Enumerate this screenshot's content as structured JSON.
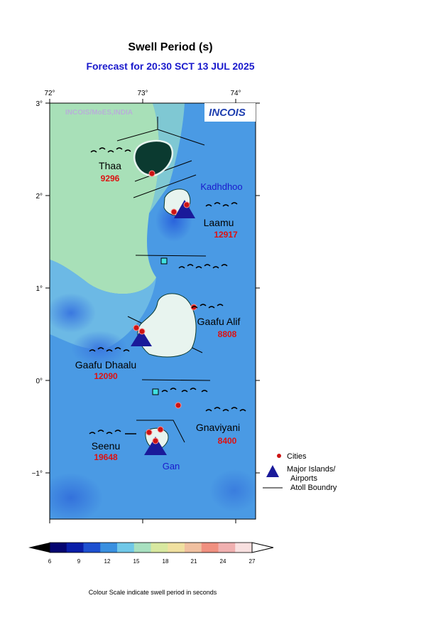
{
  "title": "Swell Period (s)",
  "subtitle": "Forecast for  20:30 SCT 13 JUL 2025",
  "watermark": "INCOIS/MoES,INDIA",
  "logo_text": "INCOIS",
  "axes": {
    "x_ticks": [
      "72°",
      "73°",
      "74°"
    ],
    "y_ticks": [
      "3°",
      "2°",
      "1°",
      "0°",
      "−1°"
    ]
  },
  "regions": [
    {
      "name": "Thaa",
      "value": "9296"
    },
    {
      "name": "Laamu",
      "value": "12917"
    },
    {
      "name": "Gaafu Alif",
      "value": "8808"
    },
    {
      "name": "Gaafu Dhaalu",
      "value": "12090"
    },
    {
      "name": "Gnaviyani",
      "value": "8400"
    },
    {
      "name": "Seenu",
      "value": "19648"
    }
  ],
  "airports": [
    "Kadhdhoo",
    "Gan"
  ],
  "legend": {
    "cities": "Cities",
    "major_islands_line1": "Major Islands/",
    "major_islands_line2": "Airports",
    "atoll_boundary": "Atoll Boundry"
  },
  "colorbar": {
    "ticks": [
      "6",
      "9",
      "12",
      "15",
      "18",
      "21",
      "24",
      "27"
    ],
    "colors": [
      "#050570",
      "#0a1ea8",
      "#1e50d0",
      "#3a90e0",
      "#70c8e8",
      "#a8e0c0",
      "#d8e8a0",
      "#f0e0a0",
      "#f0c0a0",
      "#f09080",
      "#f0b0b0",
      "#f8e0e0"
    ]
  },
  "caption": "Colour Scale indicate swell period in seconds",
  "colors": {
    "title_blue": "#1a1acc",
    "value_red": "#dd1111",
    "airport_blue": "#1a1acc"
  }
}
